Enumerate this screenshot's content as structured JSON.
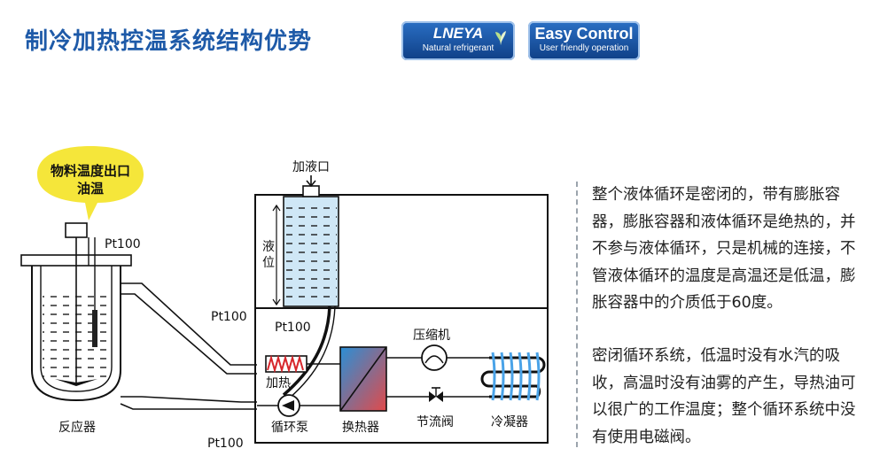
{
  "title": "制冷加热控温系统结构优势",
  "badges": [
    {
      "brand": "LNEYA",
      "tagline": "Natural refrigerant"
    },
    {
      "brand": "Easy Control",
      "tagline": "User friendly operation"
    }
  ],
  "bubble": {
    "text": "物料温度出口油温"
  },
  "diagram": {
    "reactor": "反应器",
    "pt100_top": "Pt100",
    "pt100_left": "Pt100",
    "pt100_heater": "Pt100",
    "pt100_bottom": "Pt100",
    "fill_port": "加液口",
    "level": "液位",
    "heater": "加热",
    "pump": "循环泵",
    "heat_exchanger": "换热器",
    "compressor": "压缩机",
    "throttle_valve": "节流阀",
    "condenser": "冷凝器"
  },
  "description": {
    "para1": "整个液体循环是密闭的，带有膨胀容器，膨胀容器和液体循环是绝热的，并不参与液体循环，只是机械的连接，不管液体循环的温度是高温还是低温，膨胀容器中的介质低于60度。",
    "para2": "密闭循环系统，低温时没有水汽的吸收，高温时没有油雾的产生，导热油可以很广的工作温度；整个循环系统中没有使用电磁阀。"
  },
  "colors": {
    "title": "#1e5aa8",
    "badge": "#1b57a8",
    "bubble": "#f5e63a",
    "heater": "#d7262b",
    "hx_cool": "#2a8fd6",
    "hx_hot": "#e24a4a",
    "condenser": "#4aa3e8"
  }
}
